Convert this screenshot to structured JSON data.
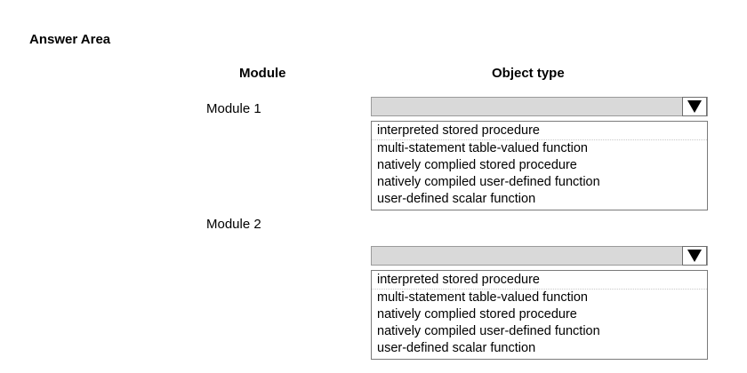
{
  "title": "Answer Area",
  "headers": {
    "module": "Module",
    "object_type": "Object type"
  },
  "modules": [
    {
      "label": "Module 1",
      "selected": "",
      "options": [
        "interpreted stored procedure",
        "multi-statement table-valued function",
        "natively complied stored procedure",
        "natively compiled user-defined function",
        "user-defined scalar function"
      ]
    },
    {
      "label": "Module 2",
      "selected": "",
      "options": [
        "interpreted stored procedure",
        "multi-statement table-valued function",
        "natively complied stored procedure",
        "natively compiled user-defined function",
        "user-defined scalar function"
      ]
    }
  ],
  "icons": {
    "dropdown_arrow": "triangle-down-icon"
  }
}
